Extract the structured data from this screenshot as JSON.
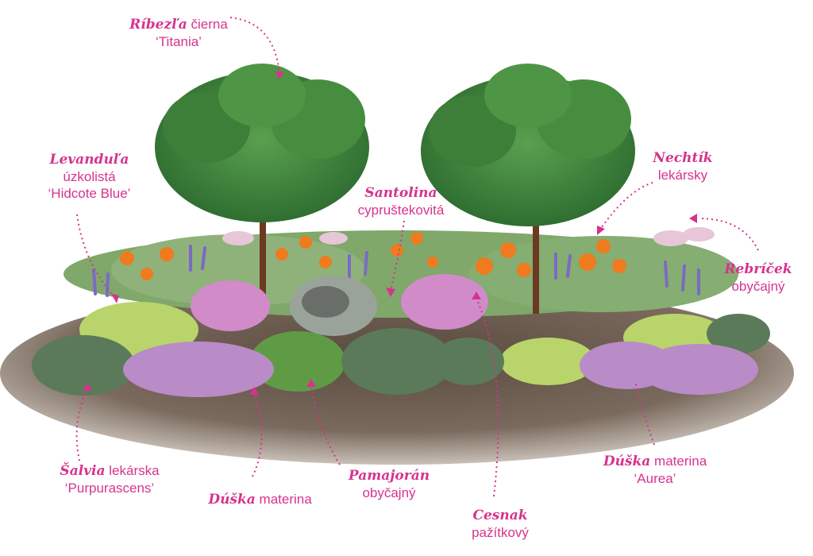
{
  "labels": {
    "ribezla": {
      "name": "Ríbezľa",
      "desc": "čierna",
      "line2": "‘Titania’"
    },
    "levandula": {
      "name": "Levanduľa",
      "line2": "úzkolistá",
      "line3": "‘Hidcote Blue’"
    },
    "santolina": {
      "name": "Santolina",
      "line2": "cypruštekovitá"
    },
    "nechtik": {
      "name": "Nechtík",
      "line2": "lekársky"
    },
    "rebricek": {
      "name": "Rebríček",
      "line2": "obyčajný"
    },
    "salvia": {
      "name": "Šalvia",
      "desc": "lekárska",
      "line2": "‘Purpurascens’"
    },
    "duska1": {
      "name": "Dúška",
      "desc": "materina"
    },
    "pamajoran": {
      "name": "Pamajorán",
      "line2": "obyčajný"
    },
    "cesnak": {
      "name": "Cesnak",
      "line2": "pažítkový"
    },
    "duska2": {
      "name": "Dúška",
      "desc": "materina",
      "line2": "‘Aurea’"
    }
  },
  "colors": {
    "label": "#d6338f",
    "soil": "#6b5a4c",
    "foliage": "#3f8a3c",
    "lavender": "#7b6ac4",
    "calendula": "#f07a1e",
    "thyme": "#b98cc8"
  }
}
